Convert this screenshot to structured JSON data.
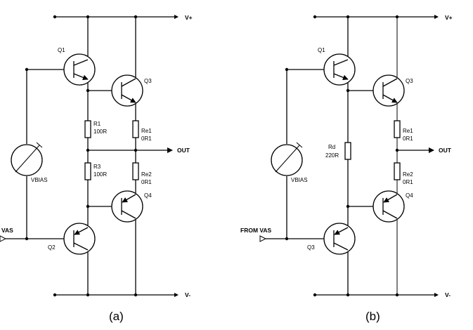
{
  "circuit_a": {
    "caption": "(a)",
    "rail_pos": "V+",
    "rail_neg": "V-",
    "out": "OUT",
    "input": "VAS",
    "vbias": "VBIAS",
    "q1": "Q1",
    "q2": "Q2",
    "q3": "Q3",
    "q4": "Q4",
    "r1_name": "R1",
    "r1_value": "100R",
    "r3_name": "R3",
    "r3_value": "100R",
    "re1_name": "Re1",
    "re1_value": "0R1",
    "re2_name": "Re2",
    "re2_value": "0R1"
  },
  "circuit_b": {
    "caption": "(b)",
    "rail_pos": "V+",
    "rail_neg": "V-",
    "out": "OUT",
    "input": "FROM VAS",
    "vbias": "VBIAS",
    "q1": "Q1",
    "q3": "Q3",
    "q3_bottom": "Q3",
    "q4": "Q4",
    "rd_name": "Rd",
    "rd_value": "220R",
    "re1_name": "Re1",
    "re1_value": "0R1",
    "re2_name": "Re2",
    "re2_value": "0R1"
  }
}
